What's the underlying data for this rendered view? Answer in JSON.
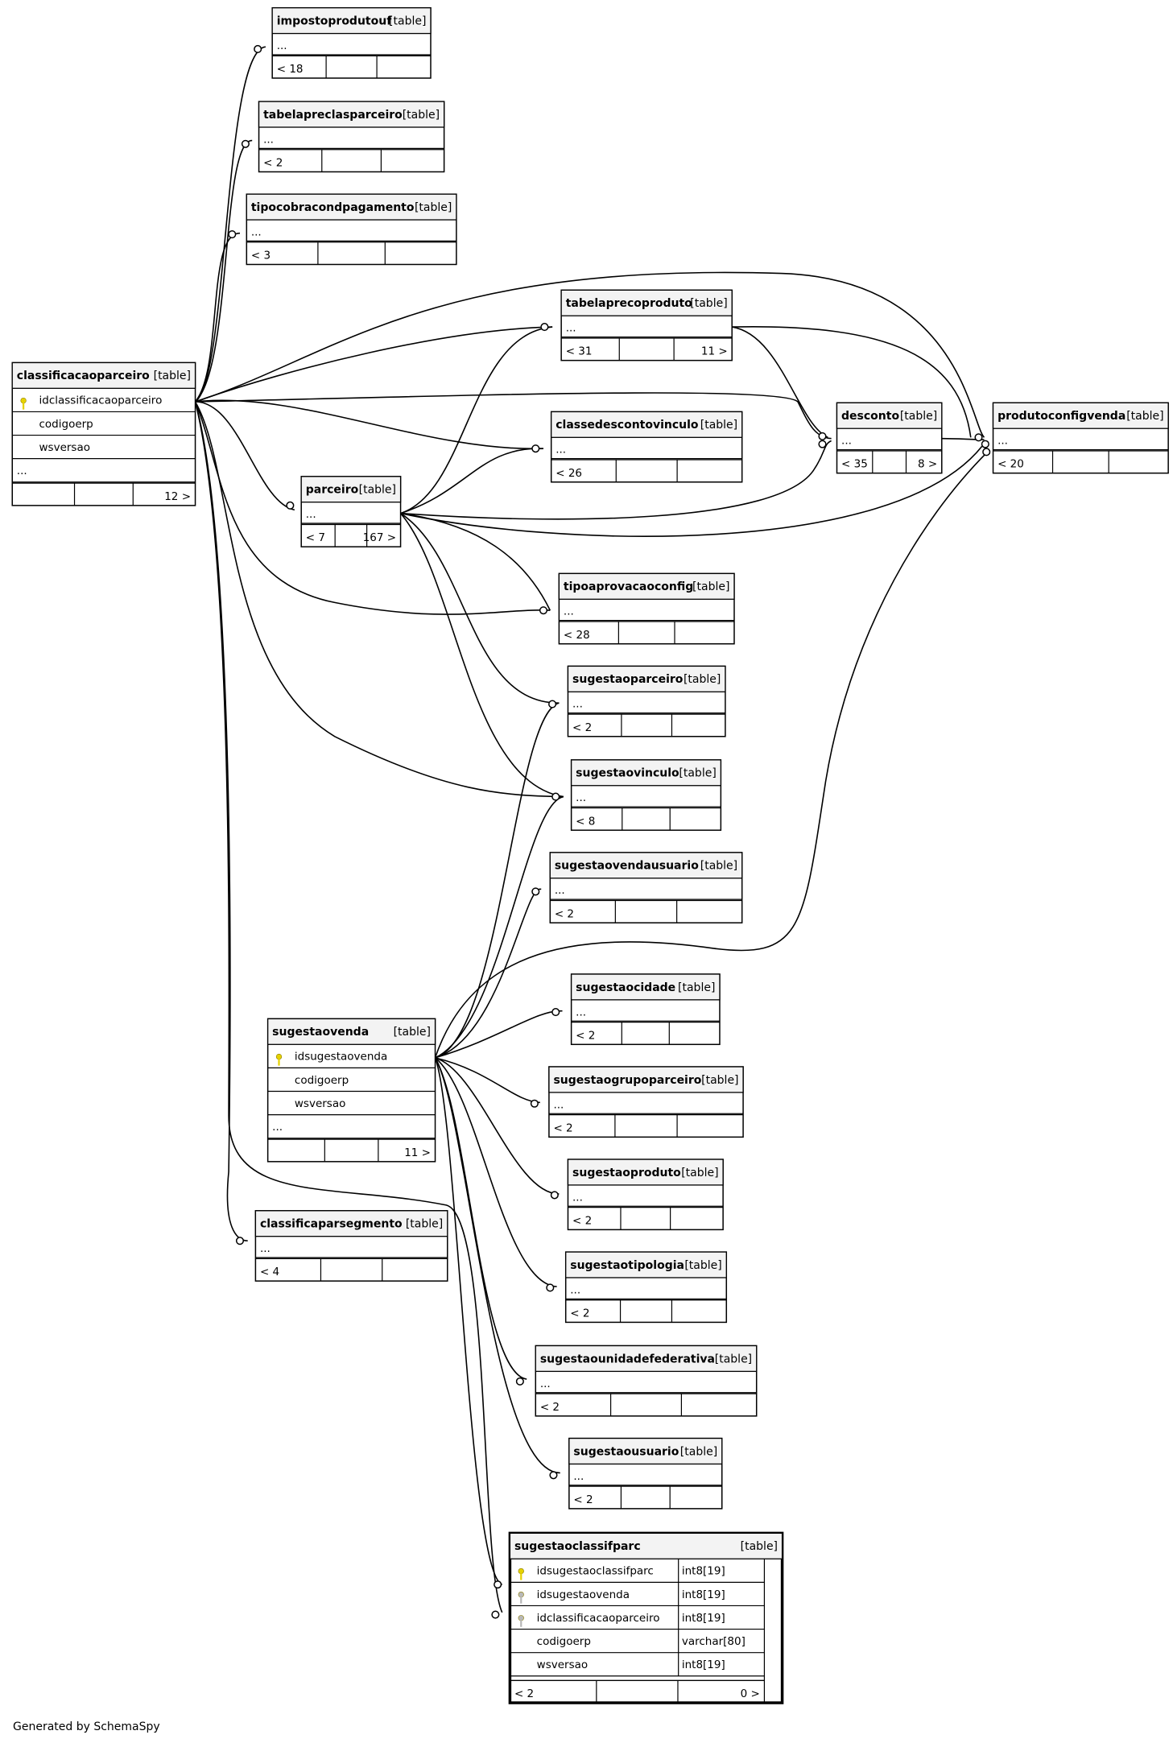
{
  "footer": "Generated by SchemaSpy",
  "type_label": "[table]",
  "tables": [
    {
      "id": "impostoprodutouf",
      "name": "impostoprodutouf",
      "rows": [
        "..."
      ],
      "footer": [
        "< 18",
        "",
        ""
      ]
    },
    {
      "id": "tabelapreclasparceiro",
      "name": "tabelapreclasparceiro",
      "rows": [
        "..."
      ],
      "footer": [
        "< 2",
        "",
        ""
      ]
    },
    {
      "id": "tipocobracondpagamento",
      "name": "tipocobracondpagamento",
      "rows": [
        "..."
      ],
      "footer": [
        "< 3",
        "",
        ""
      ]
    },
    {
      "id": "tabelaprecoproduto",
      "name": "tabelaprecoproduto",
      "rows": [
        "..."
      ],
      "footer": [
        "< 31",
        "",
        "11 >"
      ]
    },
    {
      "id": "classificacaoparceiro",
      "name": "classificacaoparceiro",
      "rows": [
        {
          "icon": "pk",
          "text": "idclassificacaoparceiro"
        },
        {
          "icon": "",
          "text": "codigoerp"
        },
        {
          "icon": "",
          "text": "wsversao"
        },
        {
          "icon": "",
          "text": "..."
        }
      ],
      "footer": [
        "",
        "",
        "12 >"
      ]
    },
    {
      "id": "classedescontovinculo",
      "name": "classedescontovinculo",
      "rows": [
        "..."
      ],
      "footer": [
        "< 26",
        "",
        ""
      ]
    },
    {
      "id": "desconto",
      "name": "desconto",
      "rows": [
        "..."
      ],
      "footer": [
        "< 35",
        "",
        "8 >"
      ]
    },
    {
      "id": "produtoconfigvenda",
      "name": "produtoconfigvenda",
      "rows": [
        "..."
      ],
      "footer": [
        "< 20",
        "",
        ""
      ]
    },
    {
      "id": "parceiro",
      "name": "parceiro",
      "rows": [
        "..."
      ],
      "footer": [
        "< 7",
        "",
        "167 >"
      ]
    },
    {
      "id": "tipoaprovacaoconfig",
      "name": "tipoaprovacaoconfig",
      "rows": [
        "..."
      ],
      "footer": [
        "< 28",
        "",
        ""
      ]
    },
    {
      "id": "sugestaoparceiro",
      "name": "sugestaoparceiro",
      "rows": [
        "..."
      ],
      "footer": [
        "< 2",
        "",
        ""
      ]
    },
    {
      "id": "sugestaovinculo",
      "name": "sugestaovinculo",
      "rows": [
        "..."
      ],
      "footer": [
        "< 8",
        "",
        ""
      ]
    },
    {
      "id": "sugestaovendausuario",
      "name": "sugestaovendausuario",
      "rows": [
        "..."
      ],
      "footer": [
        "< 2",
        "",
        ""
      ]
    },
    {
      "id": "sugestaocidade",
      "name": "sugestaocidade",
      "rows": [
        "..."
      ],
      "footer": [
        "< 2",
        "",
        ""
      ]
    },
    {
      "id": "sugestaovenda",
      "name": "sugestaovenda",
      "rows": [
        {
          "icon": "pk",
          "text": "idsugestaovenda"
        },
        {
          "icon": "",
          "text": "codigoerp"
        },
        {
          "icon": "",
          "text": "wsversao"
        },
        {
          "icon": "",
          "text": "..."
        }
      ],
      "footer": [
        "",
        "",
        "11 >"
      ]
    },
    {
      "id": "sugestaogrupoparceiro",
      "name": "sugestaogrupoparceiro",
      "rows": [
        "..."
      ],
      "footer": [
        "< 2",
        "",
        ""
      ]
    },
    {
      "id": "sugestaoproduto",
      "name": "sugestaoproduto",
      "rows": [
        "..."
      ],
      "footer": [
        "< 2",
        "",
        ""
      ]
    },
    {
      "id": "classificaparsegmento",
      "name": "classificaparsegmento",
      "rows": [
        "..."
      ],
      "footer": [
        "< 4",
        "",
        ""
      ]
    },
    {
      "id": "sugestaotipologia",
      "name": "sugestaotipologia",
      "rows": [
        "..."
      ],
      "footer": [
        "< 2",
        "",
        ""
      ]
    },
    {
      "id": "sugestaounidadefederativa",
      "name": "sugestaounidadefederativa",
      "rows": [
        "..."
      ],
      "footer": [
        "< 2",
        "",
        ""
      ]
    },
    {
      "id": "sugestaousuario",
      "name": "sugestaousuario",
      "rows": [
        "..."
      ],
      "footer": [
        "< 2",
        "",
        ""
      ]
    },
    {
      "id": "sugestaoclassifparc",
      "name": "sugestaoclassifparc",
      "focus": true,
      "rows": [
        {
          "icon": "pk",
          "text": "idsugestaoclassifparc",
          "type": "int8[19]"
        },
        {
          "icon": "fk",
          "text": "idsugestaovenda",
          "type": "int8[19]"
        },
        {
          "icon": "fk",
          "text": "idclassificacaoparceiro",
          "type": "int8[19]"
        },
        {
          "icon": "",
          "text": "codigoerp",
          "type": "varchar[80]"
        },
        {
          "icon": "",
          "text": "wsversao",
          "type": "int8[19]"
        }
      ],
      "footer": [
        "< 2",
        "",
        "0 >"
      ]
    }
  ]
}
